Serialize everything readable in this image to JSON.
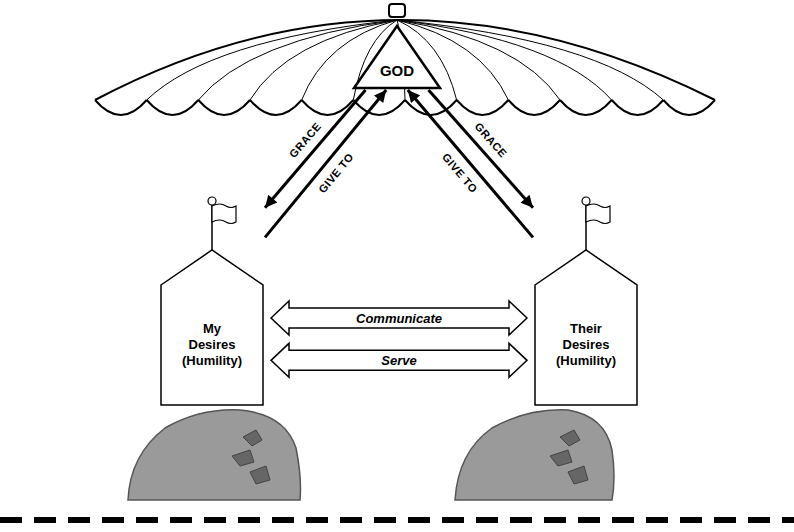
{
  "diagram": {
    "nodes": [
      {
        "text": [
          "GOD"
        ]
      },
      {
        "text": [
          "My Desires (Humility)"
        ]
      },
      {
        "text": [
          "Their Desires (Humility)"
        ]
      }
    ],
    "edges": [
      {
        "from": 0,
        "to": 1,
        "label": "GRACE",
        "arrow": "to"
      },
      {
        "from": 1,
        "to": 0,
        "label": "GIVE TO",
        "arrow": "to"
      },
      {
        "from": 2,
        "to": 0,
        "label": "GIVE TO",
        "arrow": "to"
      },
      {
        "from": 0,
        "to": 2,
        "label": "GRACE",
        "arrow": "to"
      },
      {
        "from": 1,
        "to": 2,
        "label": "Communicate",
        "arrow": "both"
      },
      {
        "from": 1,
        "to": 2,
        "label": "Serve",
        "arrow": "both"
      }
    ]
  }
}
